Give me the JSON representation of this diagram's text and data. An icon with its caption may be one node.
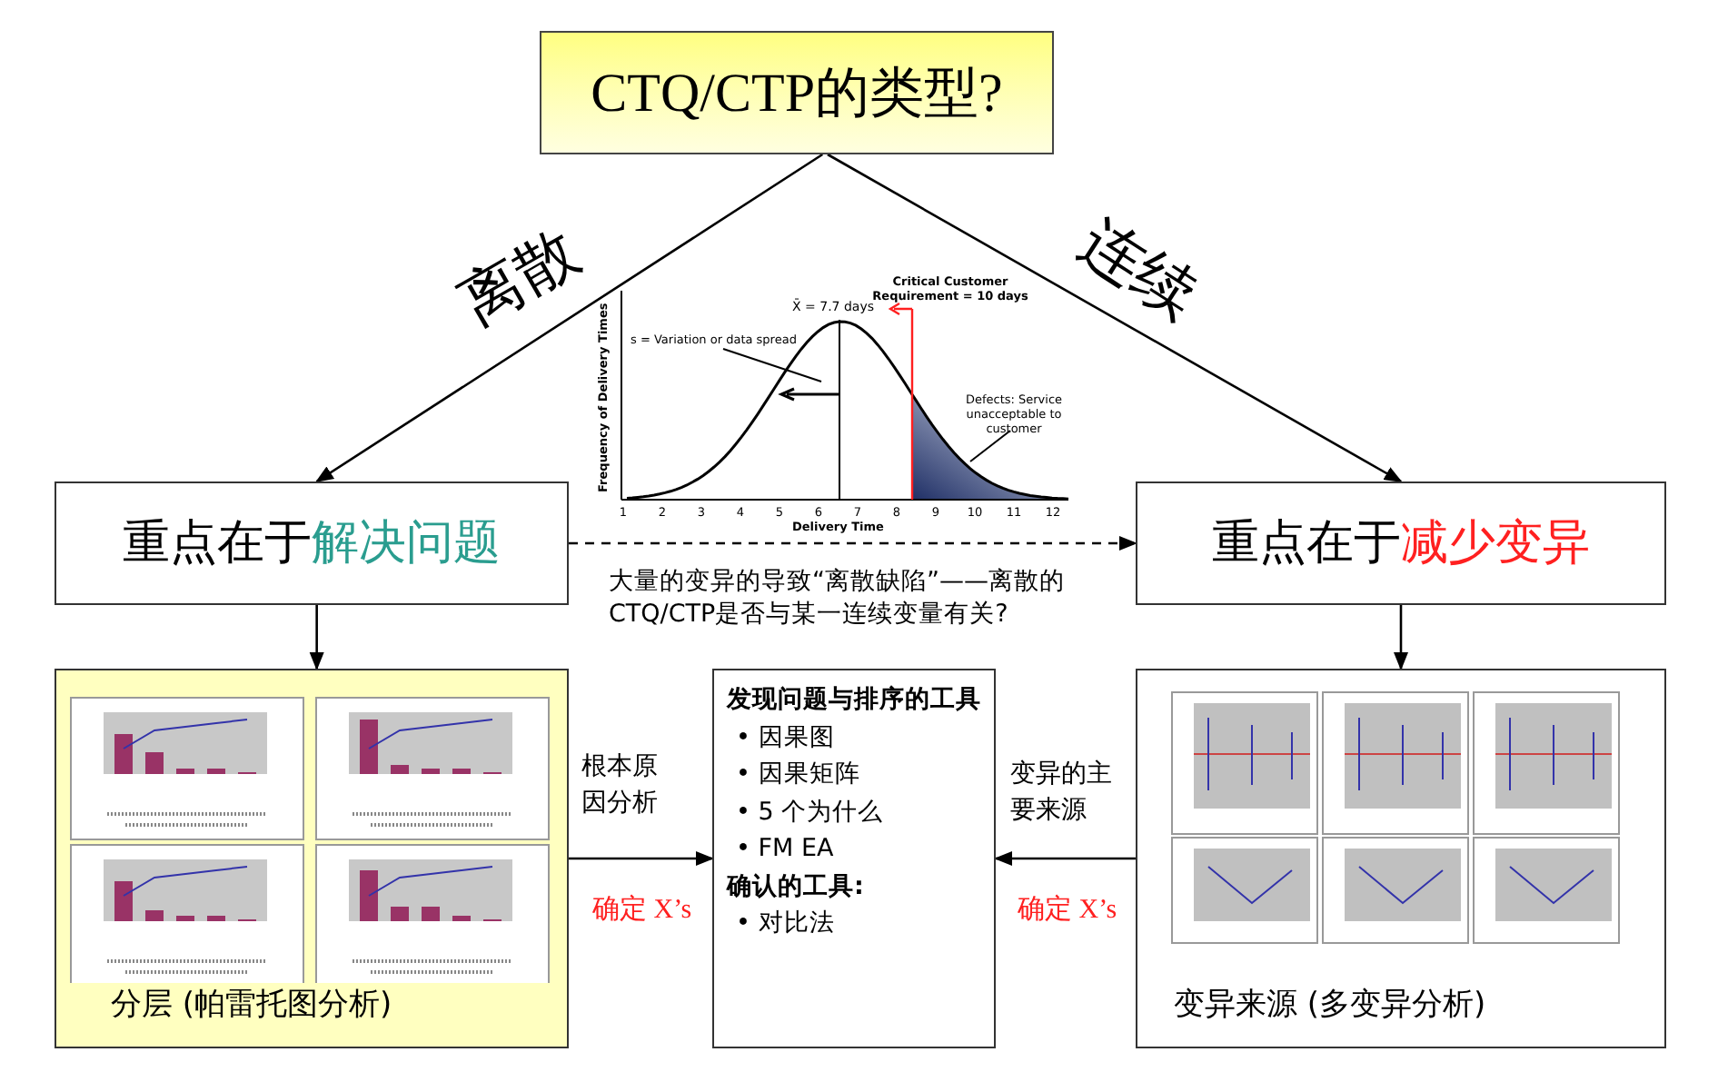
{
  "diagram": {
    "nodes": [
      {
        "text": [
          "CTQ/CTP的类型?"
        ]
      },
      {
        "text": [
          "重点在于",
          "解决问题"
        ]
      },
      {
        "text": [
          "重点在于",
          "减少变异"
        ]
      },
      {
        "text": [
          "分层 (帕雷托图分析)"
        ]
      },
      {
        "text": [
          "发现问题与排序的工具",
          "• 因果图",
          "• 因果矩阵",
          "• 5 个为什么",
          "• FM EA",
          "确认的工具:",
          "• 对比法"
        ]
      },
      {
        "text": [
          "变异来源 (多变异分析)"
        ]
      }
    ],
    "edges": [
      {
        "from": 0,
        "to": 1,
        "arrow": "to",
        "label": "离散"
      },
      {
        "from": 0,
        "to": 2,
        "arrow": "to",
        "label": "连续"
      },
      {
        "from": 1,
        "to": 2,
        "arrow": "to",
        "style": "dashed"
      },
      {
        "from": 1,
        "to": 3,
        "arrow": "to"
      },
      {
        "from": 2,
        "to": 5,
        "arrow": "to"
      },
      {
        "from": 3,
        "to": 4,
        "arrow": "to",
        "label": "根本原因分析"
      },
      {
        "from": 5,
        "to": 4,
        "arrow": "to",
        "label": "变异的主要来源"
      }
    ],
    "labels": [
      "X̄ = 7.7 days",
      "Critical Customer Requirement = 10 days",
      "s = Variation or data spread",
      "Defects: Service unacceptable to customer",
      "Frequency of Delivery Times",
      "1",
      "2",
      "3",
      "4",
      "5",
      "6",
      "7",
      "8",
      "9",
      "10",
      "11",
      "12",
      "Delivery Time",
      "大量的变异的导致“离散缺陷”——离散的 CTQ/CTP是否与某一连续变量有关?",
      "确定 X’s",
      "确定 X’s"
    ]
  }
}
